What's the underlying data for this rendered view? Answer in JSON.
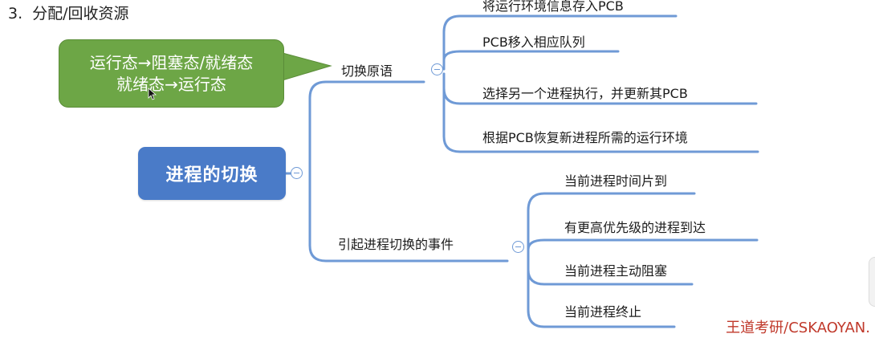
{
  "heading": {
    "number": "3.",
    "text": "分配/回收资源"
  },
  "callout": {
    "line1": "运行态→阻塞态/就绪态",
    "line2": "就绪态→运行态",
    "fill_color": "#6da646"
  },
  "mindmap": {
    "root": "进程的切换",
    "root_color": "#4a7bc8",
    "line_color": "#6f9ad6",
    "branches": [
      {
        "label": "切换原语",
        "children": [
          "将运行环境信息存入PCB",
          "PCB移入相应队列",
          "选择另一个进程执行，并更新其PCB",
          "根据PCB恢复新进程所需的运行环境"
        ]
      },
      {
        "label": "引起进程切换的事件",
        "children": [
          "当前进程时间片到",
          "有更高优先级的进程到达",
          "当前进程主动阻塞",
          "当前进程终止"
        ]
      }
    ]
  },
  "watermark": "王道考研/CSKAOYAN."
}
